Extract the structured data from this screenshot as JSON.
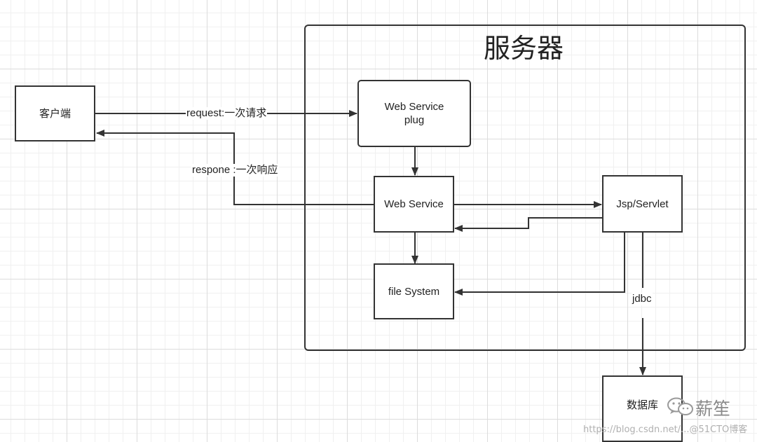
{
  "server": {
    "title": "服务器"
  },
  "nodes": {
    "client": "客户端",
    "web_service_plug": "Web Service\nplug",
    "web_service": "Web Service",
    "jsp_servlet": "Jsp/Servlet",
    "file_system": "file System",
    "database": "数据库"
  },
  "edges": {
    "request": "request:一次请求",
    "response": "respone :一次响应",
    "jdbc": "jdbc"
  },
  "watermark": {
    "account": "薪笙",
    "blog": "https://blog.csdn.net/...@51CTO博客"
  }
}
